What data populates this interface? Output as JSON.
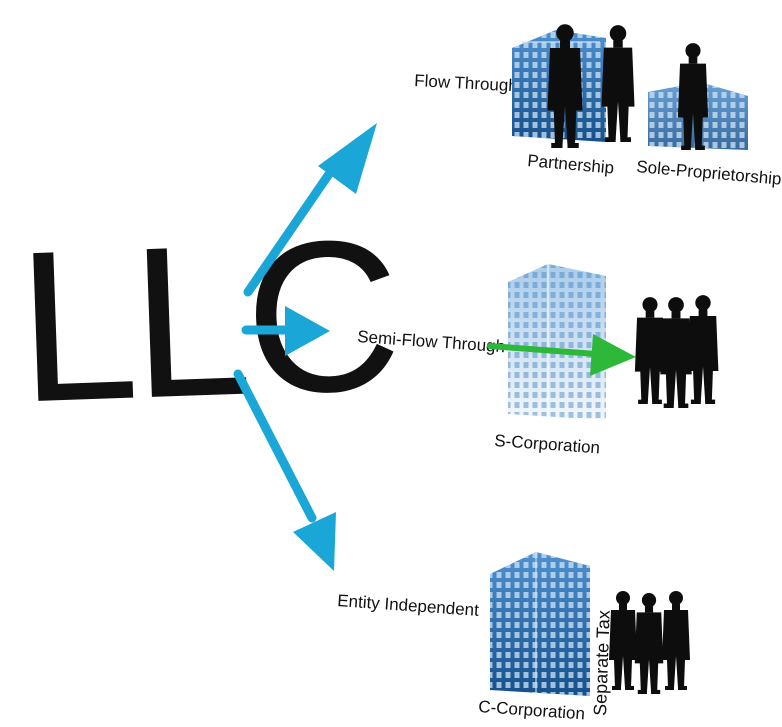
{
  "colors": {
    "arrow_blue": "#1aa6d6",
    "arrow_green": "#2db83a",
    "building_dark": "#1f5f9e",
    "building_mid": "#4f91cf",
    "building_light": "#bcd8f1",
    "silhouette": "#0d0d0d",
    "text": "#111111"
  },
  "diagram": {
    "root": {
      "label": "LLC"
    },
    "branches": [
      {
        "id": "flow-through",
        "label": "Flow Through",
        "entities": [
          "Partnership",
          "Sole-Proprietorship"
        ]
      },
      {
        "id": "semi-flow-through",
        "label": "Semi-Flow Through",
        "entities": [
          "S-Corporation"
        ]
      },
      {
        "id": "entity-independent",
        "label": "Entity Independent",
        "entities": [
          "C-Corporation"
        ],
        "side_label": "Separate Tax"
      }
    ]
  }
}
